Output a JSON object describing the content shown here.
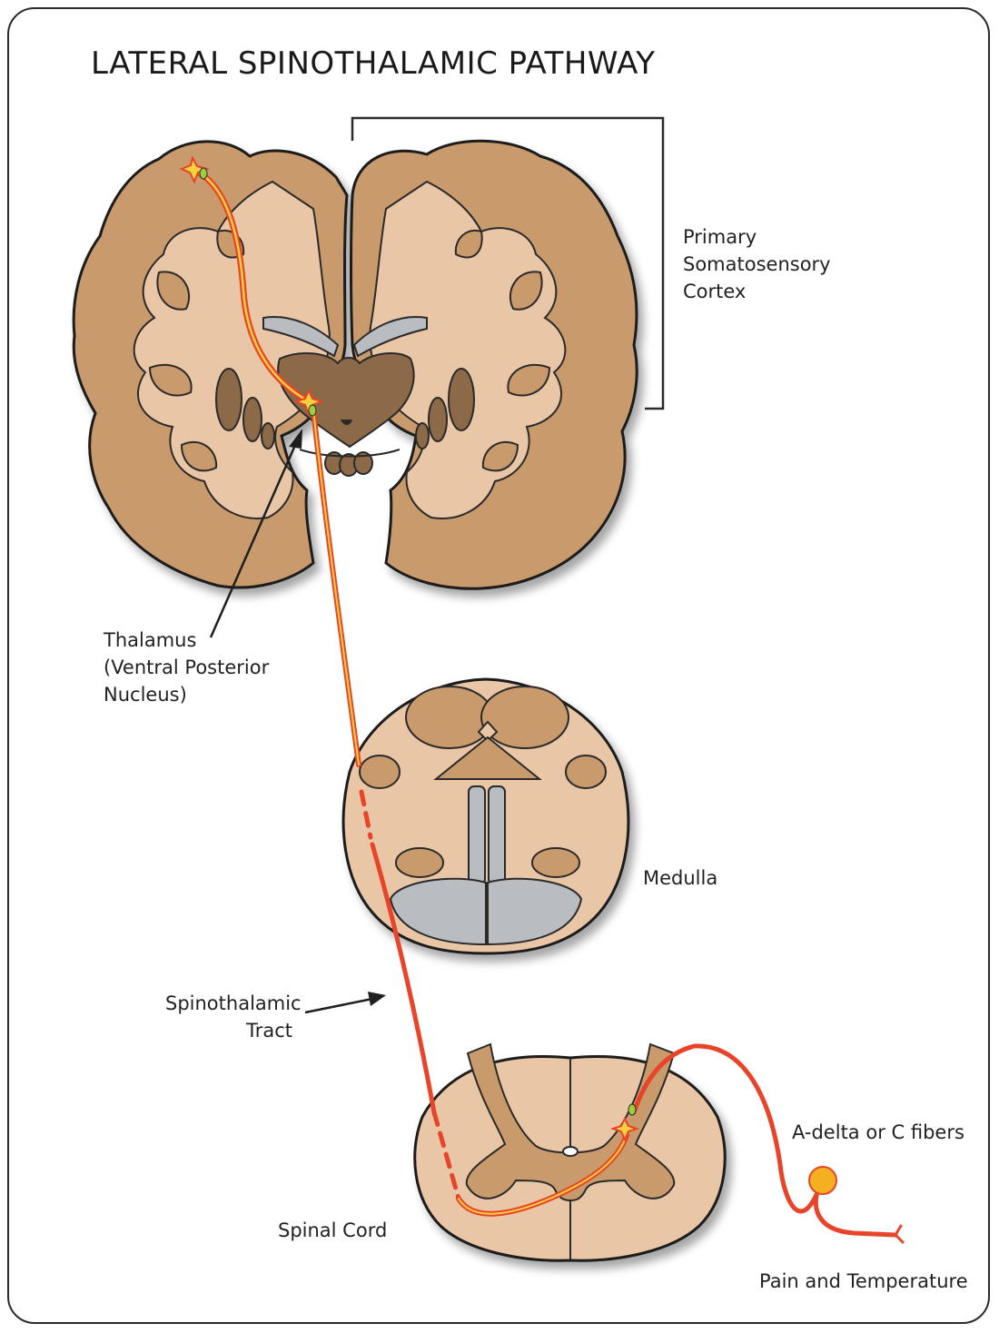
{
  "title": "LATERAL SPINOTHALAMIC PATHWAY",
  "labels": {
    "cortex": [
      "Primary",
      "Somatosensory",
      "Cortex"
    ],
    "thalamus": [
      "Thalamus",
      "(Ventral Posterior",
      "Nucleus)"
    ],
    "medulla": "Medulla",
    "tract": [
      "Spinothalamic",
      "Tract"
    ],
    "spinal_cord": "Spinal Cord",
    "fibers": "A-delta or C fibers",
    "stimulus": "Pain and Temperature"
  },
  "colors": {
    "gray_matter": "#c99a6c",
    "white_matter": "#e9c6a6",
    "deep_nuclei": "#8c6a48",
    "ventricle": "#b9bcc0",
    "pathway": "#e8442a",
    "pathway_core": "#f7d23c",
    "cell_body": "#f5b021",
    "outline": "#1f1f1f"
  }
}
